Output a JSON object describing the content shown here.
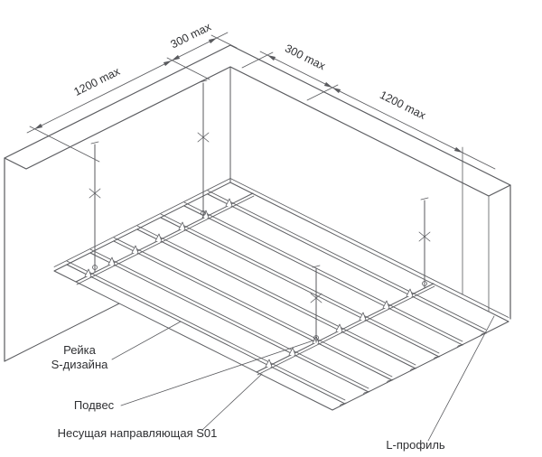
{
  "diagram": {
    "kind": "isometric-installation-drawing-suspended-rack-ceiling"
  },
  "dimensions": {
    "hanger_spacing": "1200 max",
    "hanger_to_wall": "300 max",
    "carrier_to_wall": "300 max",
    "carrier_spacing": "1200 max"
  },
  "callouts": {
    "slat": {
      "line1": "Рейка",
      "line2": "S-дизайна"
    },
    "hanger": {
      "label": "Подвес"
    },
    "carrier": {
      "label": "Несущая направляющая S01"
    },
    "l_profile": {
      "label": "L-профиль"
    }
  },
  "colors": {
    "line": "#595a5e",
    "text": "#2f3033",
    "background": "#ffffff"
  }
}
